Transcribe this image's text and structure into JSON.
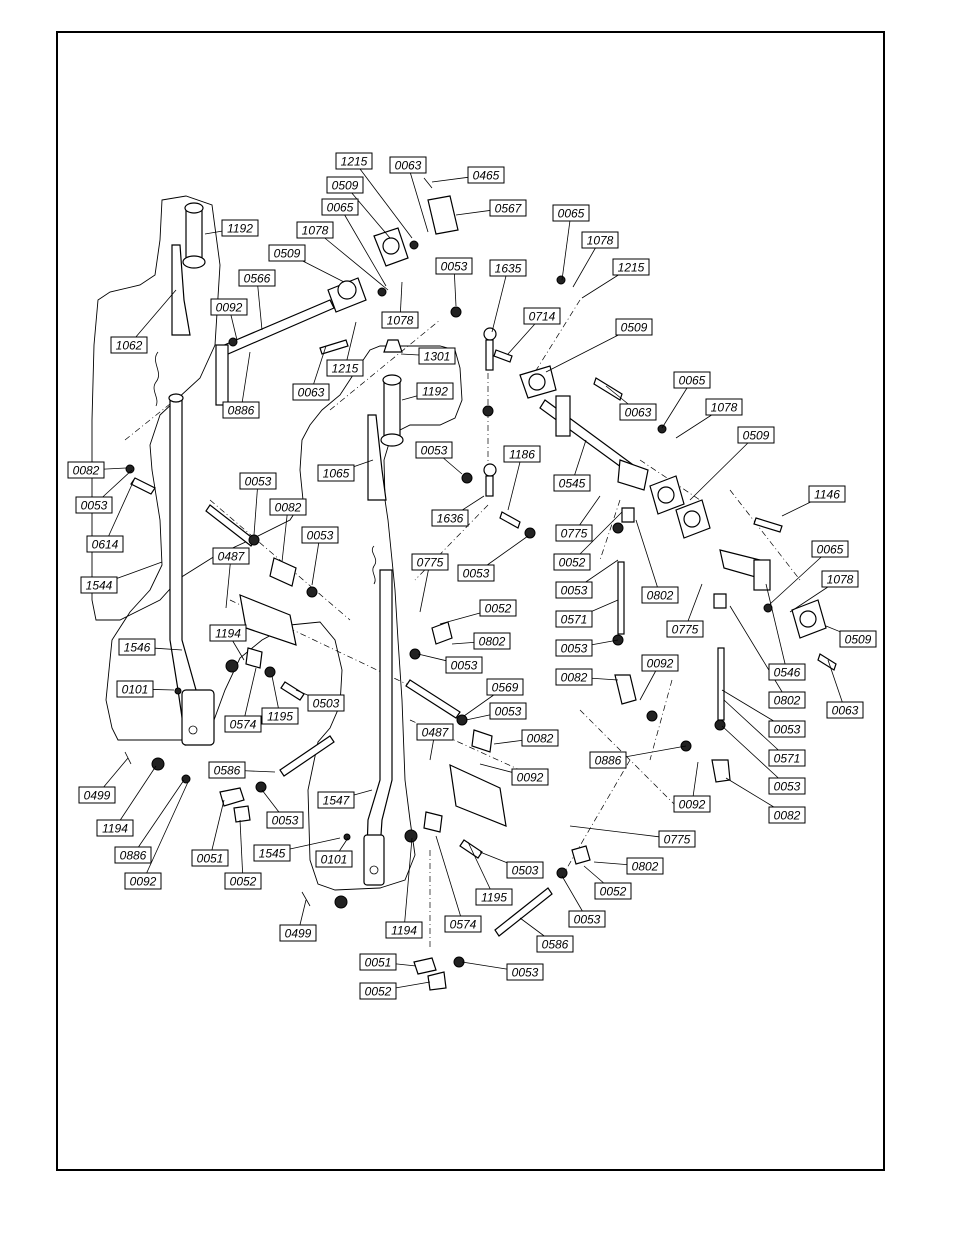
{
  "diagram": {
    "callouts": [
      {
        "id": "c-1215-a",
        "text": "1215"
      },
      {
        "id": "c-0063-a",
        "text": "0063"
      },
      {
        "id": "c-0465",
        "text": "0465"
      },
      {
        "id": "c-0509-a",
        "text": "0509"
      },
      {
        "id": "c-0567",
        "text": "0567"
      },
      {
        "id": "c-0065-a",
        "text": "0065"
      },
      {
        "id": "c-1192-a",
        "text": "1192"
      },
      {
        "id": "c-1078-a",
        "text": "1078"
      },
      {
        "id": "c-0509-b",
        "text": "0509"
      },
      {
        "id": "c-0566",
        "text": "0566"
      },
      {
        "id": "c-0092-a",
        "text": "0092"
      },
      {
        "id": "c-1078-b",
        "text": "1078"
      },
      {
        "id": "c-1062",
        "text": "1062"
      },
      {
        "id": "c-1215-b",
        "text": "1215"
      },
      {
        "id": "c-1301",
        "text": "1301"
      },
      {
        "id": "c-0063-b",
        "text": "0063"
      },
      {
        "id": "c-0886-a",
        "text": "0886"
      },
      {
        "id": "c-1192-b",
        "text": "1192"
      },
      {
        "id": "c-0065-b",
        "text": "0065"
      },
      {
        "id": "c-1078-c",
        "text": "1078"
      },
      {
        "id": "c-1215-c",
        "text": "1215"
      },
      {
        "id": "c-0053-a",
        "text": "0053"
      },
      {
        "id": "c-1635",
        "text": "1635"
      },
      {
        "id": "c-0714",
        "text": "0714"
      },
      {
        "id": "c-0509-c",
        "text": "0509"
      },
      {
        "id": "c-0063-c",
        "text": "0063"
      },
      {
        "id": "c-0065-c",
        "text": "0065"
      },
      {
        "id": "c-1078-d",
        "text": "1078"
      },
      {
        "id": "c-0509-d",
        "text": "0509"
      },
      {
        "id": "c-0082-a",
        "text": "0082"
      },
      {
        "id": "c-0053-b",
        "text": "0053"
      },
      {
        "id": "c-0053-c",
        "text": "0053"
      },
      {
        "id": "c-1186",
        "text": "1186"
      },
      {
        "id": "c-1065",
        "text": "1065"
      },
      {
        "id": "c-0545",
        "text": "0545"
      },
      {
        "id": "c-1146",
        "text": "1146"
      },
      {
        "id": "c-0053-d",
        "text": "0053"
      },
      {
        "id": "c-0082-b",
        "text": "0082"
      },
      {
        "id": "c-0614",
        "text": "0614"
      },
      {
        "id": "c-0053-e",
        "text": "0053"
      },
      {
        "id": "c-1636",
        "text": "1636"
      },
      {
        "id": "c-0775-a",
        "text": "0775"
      },
      {
        "id": "c-0065-d",
        "text": "0065"
      },
      {
        "id": "c-0487-a",
        "text": "0487"
      },
      {
        "id": "c-0053-f",
        "text": "0053"
      },
      {
        "id": "c-0052-a",
        "text": "0052"
      },
      {
        "id": "c-1078-e",
        "text": "1078"
      },
      {
        "id": "c-1544",
        "text": "1544"
      },
      {
        "id": "c-0775-b",
        "text": "0775"
      },
      {
        "id": "c-0053-g",
        "text": "0053"
      },
      {
        "id": "c-0802-a",
        "text": "0802"
      },
      {
        "id": "c-0052-b",
        "text": "0052"
      },
      {
        "id": "c-0571-a",
        "text": "0571"
      },
      {
        "id": "c-0775-c",
        "text": "0775"
      },
      {
        "id": "c-0509-e",
        "text": "0509"
      },
      {
        "id": "c-0802-b",
        "text": "0802"
      },
      {
        "id": "c-1546",
        "text": "1546"
      },
      {
        "id": "c-1194-a",
        "text": "1194"
      },
      {
        "id": "c-0053-h",
        "text": "0053"
      },
      {
        "id": "c-0053-i",
        "text": "0053"
      },
      {
        "id": "c-0092-b",
        "text": "0092"
      },
      {
        "id": "c-0546",
        "text": "0546"
      },
      {
        "id": "c-0082-c",
        "text": "0082"
      },
      {
        "id": "c-0569",
        "text": "0569"
      },
      {
        "id": "c-0802-c",
        "text": "0802"
      },
      {
        "id": "c-0063-d",
        "text": "0063"
      },
      {
        "id": "c-0101-a",
        "text": "0101"
      },
      {
        "id": "c-0503-a",
        "text": "0503"
      },
      {
        "id": "c-0053-j",
        "text": "0053"
      },
      {
        "id": "c-0053-k",
        "text": "0053"
      },
      {
        "id": "c-0574-a",
        "text": "0574"
      },
      {
        "id": "c-1195-a",
        "text": "1195"
      },
      {
        "id": "c-0487-b",
        "text": "0487"
      },
      {
        "id": "c-0082-d",
        "text": "0082"
      },
      {
        "id": "c-0571-b",
        "text": "0571"
      },
      {
        "id": "c-0886-b",
        "text": "0886"
      },
      {
        "id": "c-0586-a",
        "text": "0586"
      },
      {
        "id": "c-0092-c",
        "text": "0092"
      },
      {
        "id": "c-0053-l",
        "text": "0053"
      },
      {
        "id": "c-0499-a",
        "text": "0499"
      },
      {
        "id": "c-1547",
        "text": "1547"
      },
      {
        "id": "c-0092-d",
        "text": "0092"
      },
      {
        "id": "c-0082-e",
        "text": "0082"
      },
      {
        "id": "c-0053-m",
        "text": "0053"
      },
      {
        "id": "c-1194-b",
        "text": "1194"
      },
      {
        "id": "c-0775-d",
        "text": "0775"
      },
      {
        "id": "c-0886-c",
        "text": "0886"
      },
      {
        "id": "c-0051-a",
        "text": "0051"
      },
      {
        "id": "c-1545",
        "text": "1545"
      },
      {
        "id": "c-0101-b",
        "text": "0101"
      },
      {
        "id": "c-0802-d",
        "text": "0802"
      },
      {
        "id": "c-0503-b",
        "text": "0503"
      },
      {
        "id": "c-0092-e",
        "text": "0092"
      },
      {
        "id": "c-0052-c",
        "text": "0052"
      },
      {
        "id": "c-0052-d",
        "text": "0052"
      },
      {
        "id": "c-1195-b",
        "text": "1195"
      },
      {
        "id": "c-0053-n",
        "text": "0053"
      },
      {
        "id": "c-0574-b",
        "text": "0574"
      },
      {
        "id": "c-0499-b",
        "text": "0499"
      },
      {
        "id": "c-1194-c",
        "text": "1194"
      },
      {
        "id": "c-0586-b",
        "text": "0586"
      },
      {
        "id": "c-0051-b",
        "text": "0051"
      },
      {
        "id": "c-0053-o",
        "text": "0053"
      },
      {
        "id": "c-0052-e",
        "text": "0052"
      }
    ]
  }
}
